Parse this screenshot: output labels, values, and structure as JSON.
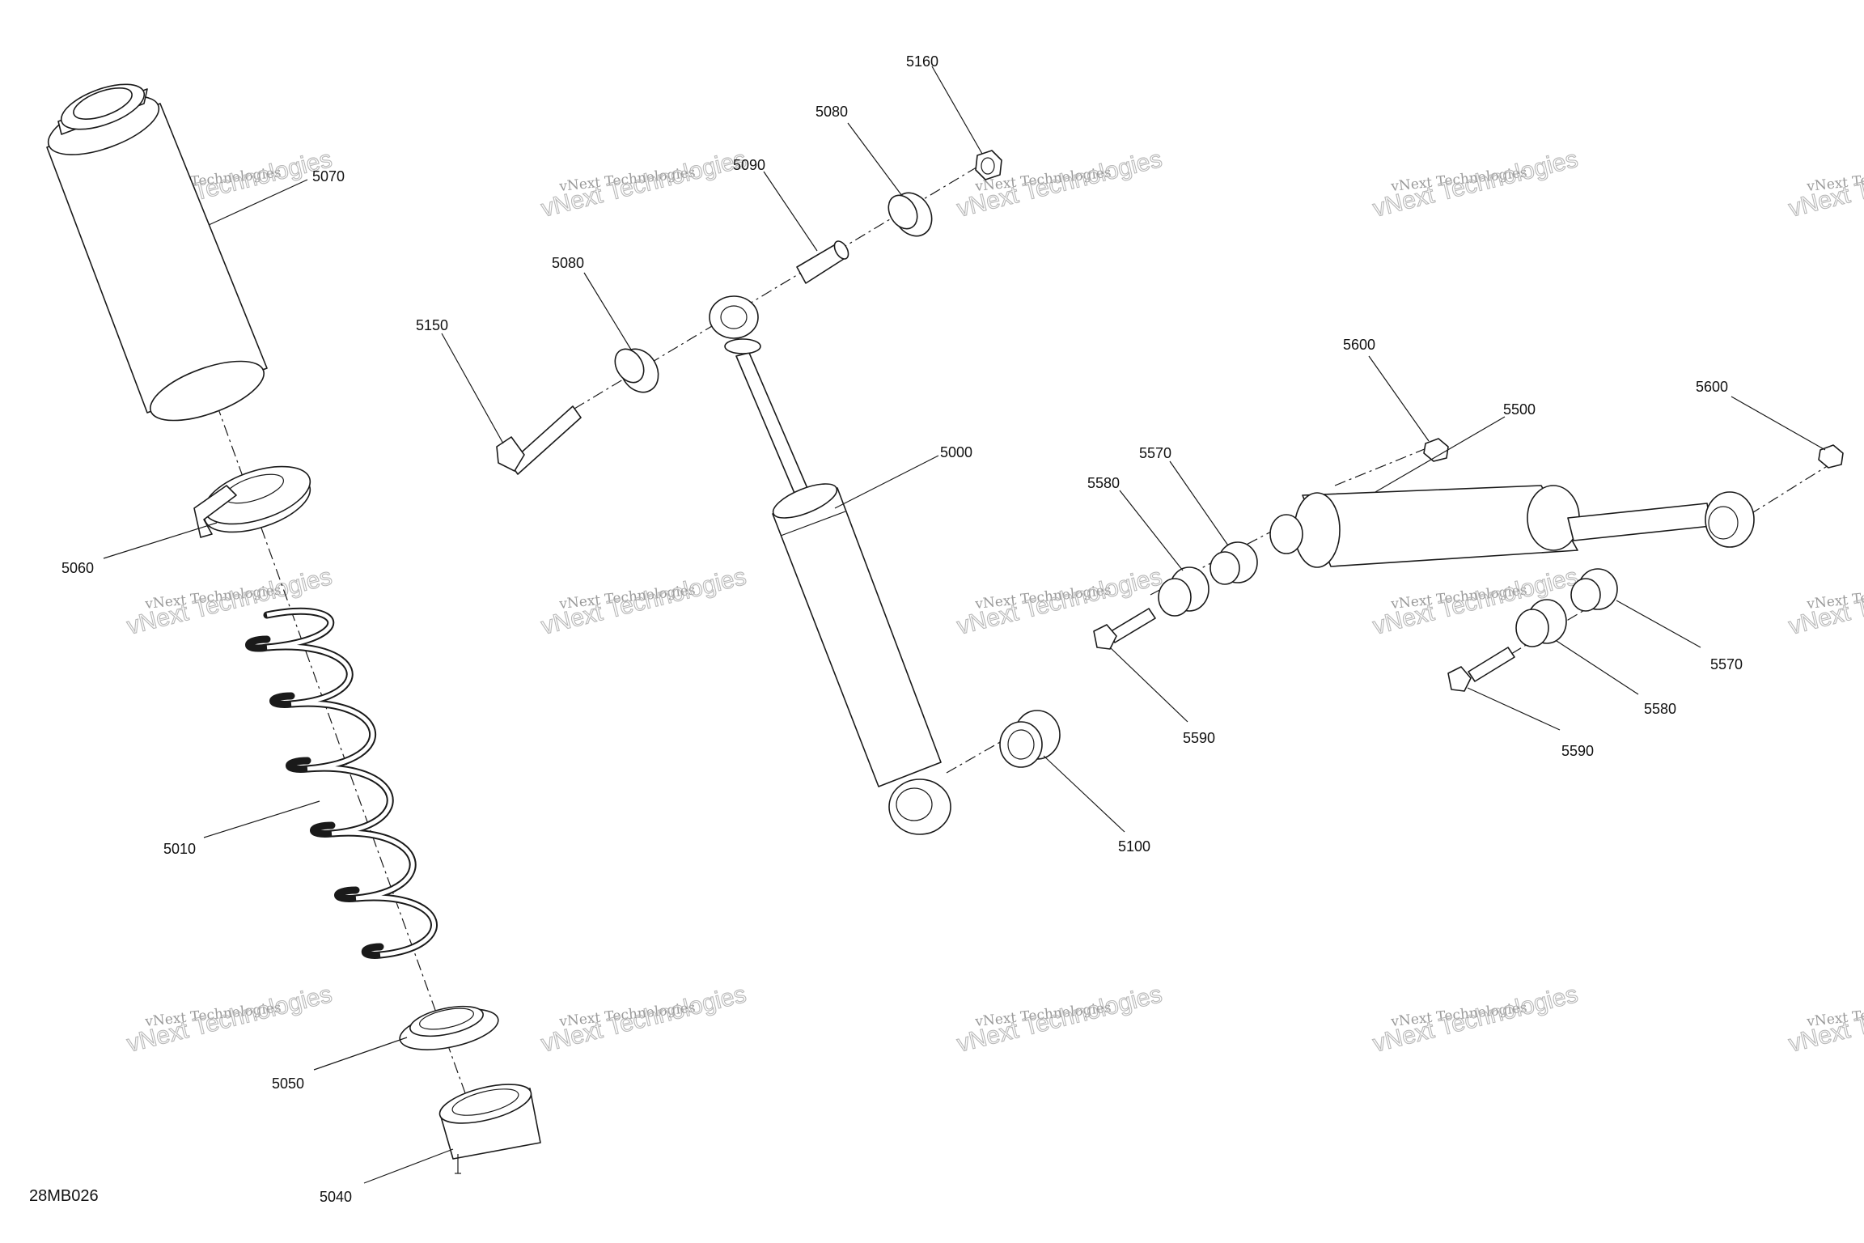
{
  "figure_id": "28MB026",
  "callouts": [
    {
      "id": "5070",
      "label": "5070"
    },
    {
      "id": "5060",
      "label": "5060"
    },
    {
      "id": "5010",
      "label": "5010"
    },
    {
      "id": "5050",
      "label": "5050"
    },
    {
      "id": "5040",
      "label": "5040"
    },
    {
      "id": "5150",
      "label": "5150"
    },
    {
      "id": "5080a",
      "label": "5080"
    },
    {
      "id": "5090",
      "label": "5090"
    },
    {
      "id": "5080b",
      "label": "5080"
    },
    {
      "id": "5160",
      "label": "5160"
    },
    {
      "id": "5000",
      "label": "5000"
    },
    {
      "id": "5100",
      "label": "5100"
    },
    {
      "id": "5600a",
      "label": "5600"
    },
    {
      "id": "5500",
      "label": "5500"
    },
    {
      "id": "5600b",
      "label": "5600"
    },
    {
      "id": "5570a",
      "label": "5570"
    },
    {
      "id": "5580a",
      "label": "5580"
    },
    {
      "id": "5590a",
      "label": "5590"
    },
    {
      "id": "5570b",
      "label": "5570"
    },
    {
      "id": "5580b",
      "label": "5580"
    },
    {
      "id": "5590b",
      "label": "5590"
    }
  ],
  "watermark": {
    "line1": "vNext Technologies",
    "line2": "vNext Technologies"
  },
  "colors": {
    "line": "#1a1a1a",
    "background": "#ffffff",
    "watermark": "#b0b0b0"
  }
}
